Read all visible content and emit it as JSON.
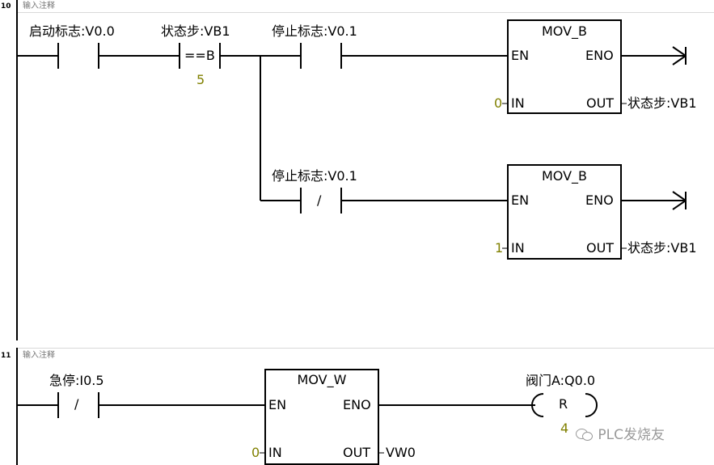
{
  "networks": [
    {
      "number": "10",
      "comment": "输入注释",
      "contacts": [
        {
          "label": "启动标志:V0.0",
          "symbol": ""
        },
        {
          "label": "状态步:VB1",
          "symbol": "==B",
          "operand": "5"
        },
        {
          "label": "停止标志:V0.1",
          "symbol": ""
        },
        {
          "label": "停止标志:V0.1",
          "symbol": "/"
        }
      ],
      "boxes": [
        {
          "title": "MOV_B",
          "en": "EN",
          "eno": "ENO",
          "in_pin": "IN",
          "out_pin": "OUT",
          "in_value": "0",
          "out_value": "状态步:VB1"
        },
        {
          "title": "MOV_B",
          "en": "EN",
          "eno": "ENO",
          "in_pin": "IN",
          "out_pin": "OUT",
          "in_value": "1",
          "out_value": "状态步:VB1"
        }
      ]
    },
    {
      "number": "11",
      "comment": "输入注释",
      "contacts": [
        {
          "label": "急停:I0.5",
          "symbol": "/"
        }
      ],
      "boxes": [
        {
          "title": "MOV_W",
          "en": "EN",
          "eno": "ENO",
          "in_pin": "IN",
          "out_pin": "OUT",
          "in_value": "0",
          "out_value": "VW0"
        }
      ],
      "coil": {
        "label": "阀门A:Q0.0",
        "symbol": "R",
        "operand": "4"
      }
    }
  ],
  "watermark": "PLC发烧友",
  "colors": {
    "operand": "#808000",
    "wire": "#000000",
    "comment": "#777777"
  }
}
